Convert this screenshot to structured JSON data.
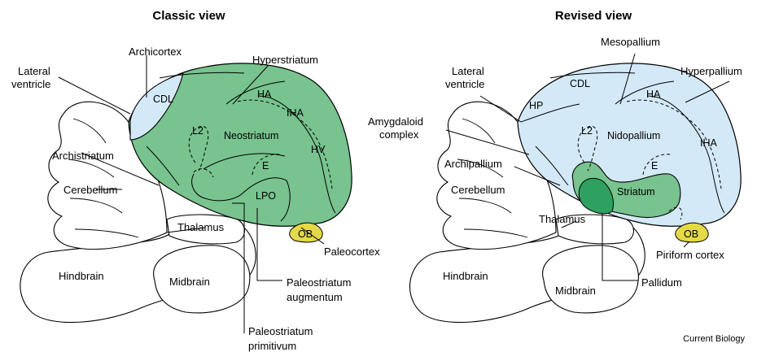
{
  "panels": {
    "classic": {
      "title": "Classic view",
      "labels": {
        "archicortex": "Archicortex",
        "hyperstriatum": "Hyperstriatum",
        "lateral_ventricle_1": "Lateral",
        "lateral_ventricle_2": "ventricle",
        "archistriatum": "Archistriatum",
        "cerebellum": "Cerebellum",
        "thalamus": "Thalamus",
        "hindbrain": "Hindbrain",
        "midbrain": "Midbrain",
        "paleocortex": "Paleocortex",
        "paleostriatum_augmentum_1": "Paleostriatum",
        "paleostriatum_augmentum_2": "augmentum",
        "paleostriatum_primitivum_1": "Paleostriatum",
        "paleostriatum_primitivum_2": "primitivum"
      },
      "inner": {
        "cdl": "CDL",
        "ha": "HA",
        "iha": "IHA",
        "neostriatum": "Neostriatum",
        "l2": "L2",
        "hv": "HV",
        "e": "E",
        "lpo": "LPO",
        "ob": "OB"
      }
    },
    "revised": {
      "title": "Revised view",
      "labels": {
        "mesopallium": "Mesopallium",
        "hyperpallium": "Hyperpallium",
        "lateral_ventricle_1": "Lateral",
        "lateral_ventricle_2": "ventricle",
        "amygdaloid_1": "Amygdaloid",
        "amygdaloid_2": "complex",
        "archipallium": "Archipallium",
        "cerebellum": "Cerebellum",
        "thalamus": "Thalamus",
        "hindbrain": "Hindbrain",
        "midbrain": "Midbrain",
        "piriform_cortex": "Piriform cortex",
        "pallidum": "Pallidum"
      },
      "inner": {
        "cdl": "CDL",
        "ha": "HA",
        "hp": "HP",
        "nidopallium": "Nidopallium",
        "l2": "L2",
        "iha": "IHA",
        "e": "E",
        "striatum": "Striatum",
        "ob": "OB"
      }
    }
  },
  "credit": "Current Biology",
  "colors": {
    "pallium_blue": "#d4e9f8",
    "striatum_green": "#78c38e",
    "pallidum_green": "#2ea060",
    "olfactory_yellow": "#e3d94a",
    "outline": "#000000"
  }
}
